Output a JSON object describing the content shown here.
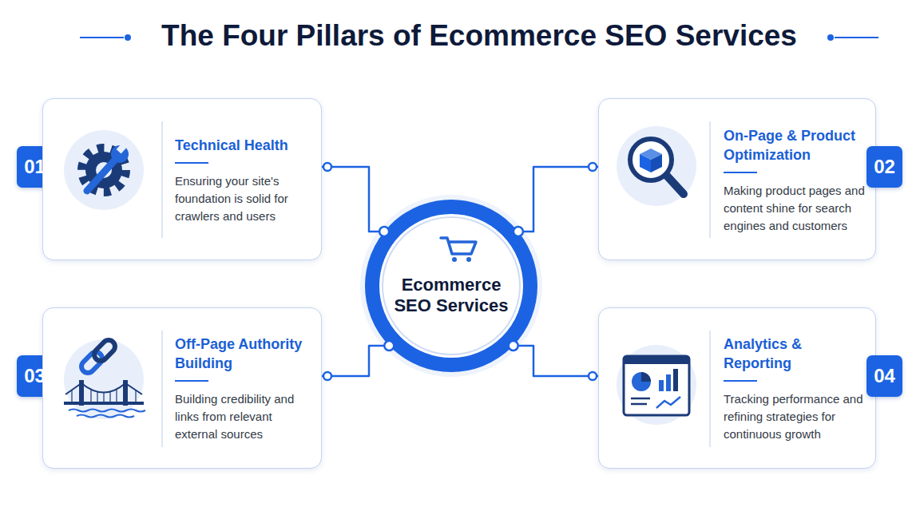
{
  "diagram": {
    "title": "The Four Pillars of Ecommerce SEO Services",
    "nodes": [
      {
        "text": [
          "01"
        ]
      },
      {
        "text": [
          "Technical Health",
          "Ensuring your site's foundation is solid for crawlers and users"
        ]
      },
      {
        "text": [
          "On-Page & Product Optimization",
          "Making product pages and content shine for search engines and customers"
        ]
      },
      {
        "text": [
          "02"
        ]
      },
      {
        "text": [
          "Ecommerce SEO Services"
        ]
      },
      {
        "text": [
          "03"
        ]
      },
      {
        "text": [
          "Off-Page Authority Building",
          "Building credibility and links from relevant external sources"
        ]
      },
      {
        "text": [
          "Analytics & Reporting",
          "Tracking performance and refining strategies for continuous growth"
        ]
      },
      {
        "text": [
          "04"
        ]
      }
    ],
    "edges": [
      {
        "from": 1,
        "to": 4,
        "arrow": "none"
      },
      {
        "from": 2,
        "to": 4,
        "arrow": "none"
      },
      {
        "from": 6,
        "to": 4,
        "arrow": "none"
      },
      {
        "from": 7,
        "to": 4,
        "arrow": "none"
      }
    ]
  }
}
